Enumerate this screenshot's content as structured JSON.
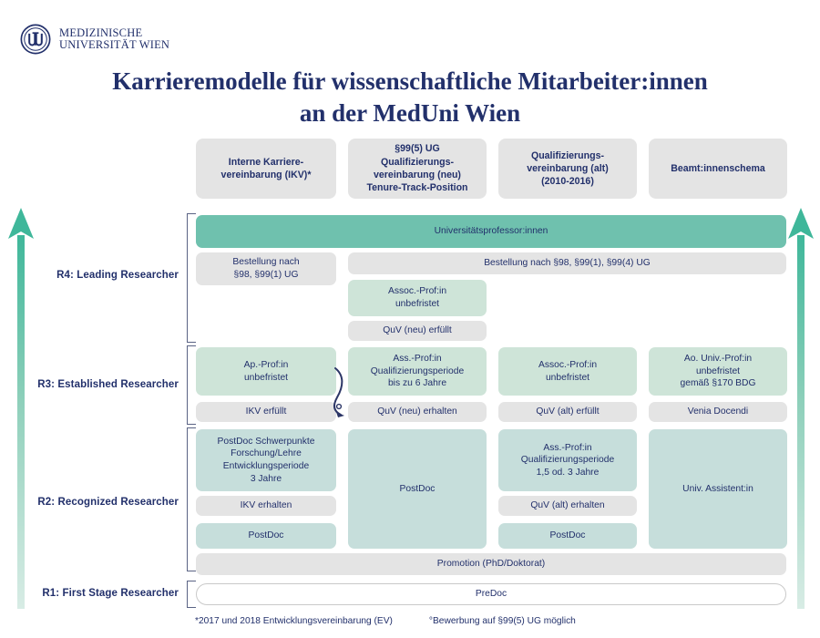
{
  "brand": {
    "logo_icon": "meduni-wien-monogram-icon",
    "line1": "MEDIZINISCHE",
    "line2": "UNIVERSITÄT WIEN"
  },
  "title": {
    "line1": "Karrieremodelle für wissenschaftliche Mitarbeiter:innen",
    "line2": "an der MedUni Wien"
  },
  "colors": {
    "navy": "#22306b",
    "teal": "#6fc1ae",
    "green": "#cee4d8",
    "bluegreen": "#c6dedb",
    "gray": "#e4e4e4",
    "bracket": "#5a6384"
  },
  "arrows": {
    "left_icon": "up-arrow-icon",
    "right_icon": "up-arrow-icon",
    "gradient_top": "#43b79a",
    "gradient_bottom": "#d6ece4"
  },
  "columns": [
    {
      "id": "ikv",
      "label": "Interne Karriere-\nvereinbarung (IKV)*"
    },
    {
      "id": "qv_neu",
      "label": "§99(5) UG\nQualifizierungs-\nvereinbarung (neu)\nTenure-Track-Position"
    },
    {
      "id": "qv_alt",
      "label": "Qualifizierungs-\nvereinbarung (alt)\n(2010-2016)"
    },
    {
      "id": "beamte",
      "label": "Beamt:innenschema"
    }
  ],
  "rows": [
    {
      "id": "r4",
      "label": "R4: Leading Researcher"
    },
    {
      "id": "r3",
      "label": "R3: Established Researcher"
    },
    {
      "id": "r2",
      "label": "R2: Recognized Researcher"
    },
    {
      "id": "r1",
      "label": "R1: First Stage Researcher"
    }
  ],
  "boxes": {
    "professor_bar": "Universitätsprofessor:innen",
    "bestellung_col1": "Bestellung nach\n§98, §99(1) UG",
    "bestellung_span": "Bestellung nach §98, §99(1), §99(4) UG",
    "assoc_prof_unbefristet_r4": "Assoc.-Prof:in\nunbefristet",
    "quv_neu_erfuellt": "QuV (neu) erfüllt",
    "ap_prof_unbefristet": "Ap.-Prof:in\nunbefristet",
    "ass_prof_qp_6": "Ass.-Prof:in\nQualifizierungsperiode\nbis zu 6 Jahre",
    "assoc_prof_unbefristet_r3": "Assoc.-Prof:in\nunbefristet",
    "ao_univ_prof": "Ao. Univ.-Prof:in\nunbefristet\ngemäß §170 BDG",
    "ikv_erfuellt": "IKV erfüllt",
    "quv_neu_erhalten": "QuV (neu) erhalten",
    "quv_alt_erfuellt": "QuV (alt) erfüllt",
    "venia_docendi": "Venia Docendi",
    "postdoc_schwerpunkte": "PostDoc Schwerpunkte\nForschung/Lehre\nEntwicklungsperiode\n3 Jahre",
    "postdoc_col2": "PostDoc",
    "ass_prof_qp_1_5_3": "Ass.-Prof:in\nQualifizierungsperiode\n1,5 od. 3 Jahre",
    "univ_assistent": "Univ. Assistent:in",
    "ikv_erhalten": "IKV erhalten",
    "quv_alt_erhalten": "QuV (alt) erhalten",
    "postdoc_col1_bottom": "PostDoc",
    "postdoc_col3_bottom": "PostDoc",
    "promotion": "Promotion (PhD/Doktorat)",
    "predoc": "PreDoc"
  },
  "connector": {
    "icon": "curved-down-arrow-icon",
    "marker": "°"
  },
  "footnotes": [
    "*2017 und 2018 Entwicklungsvereinbarung (EV)",
    "°Bewerbung auf §99(5) UG möglich"
  ]
}
